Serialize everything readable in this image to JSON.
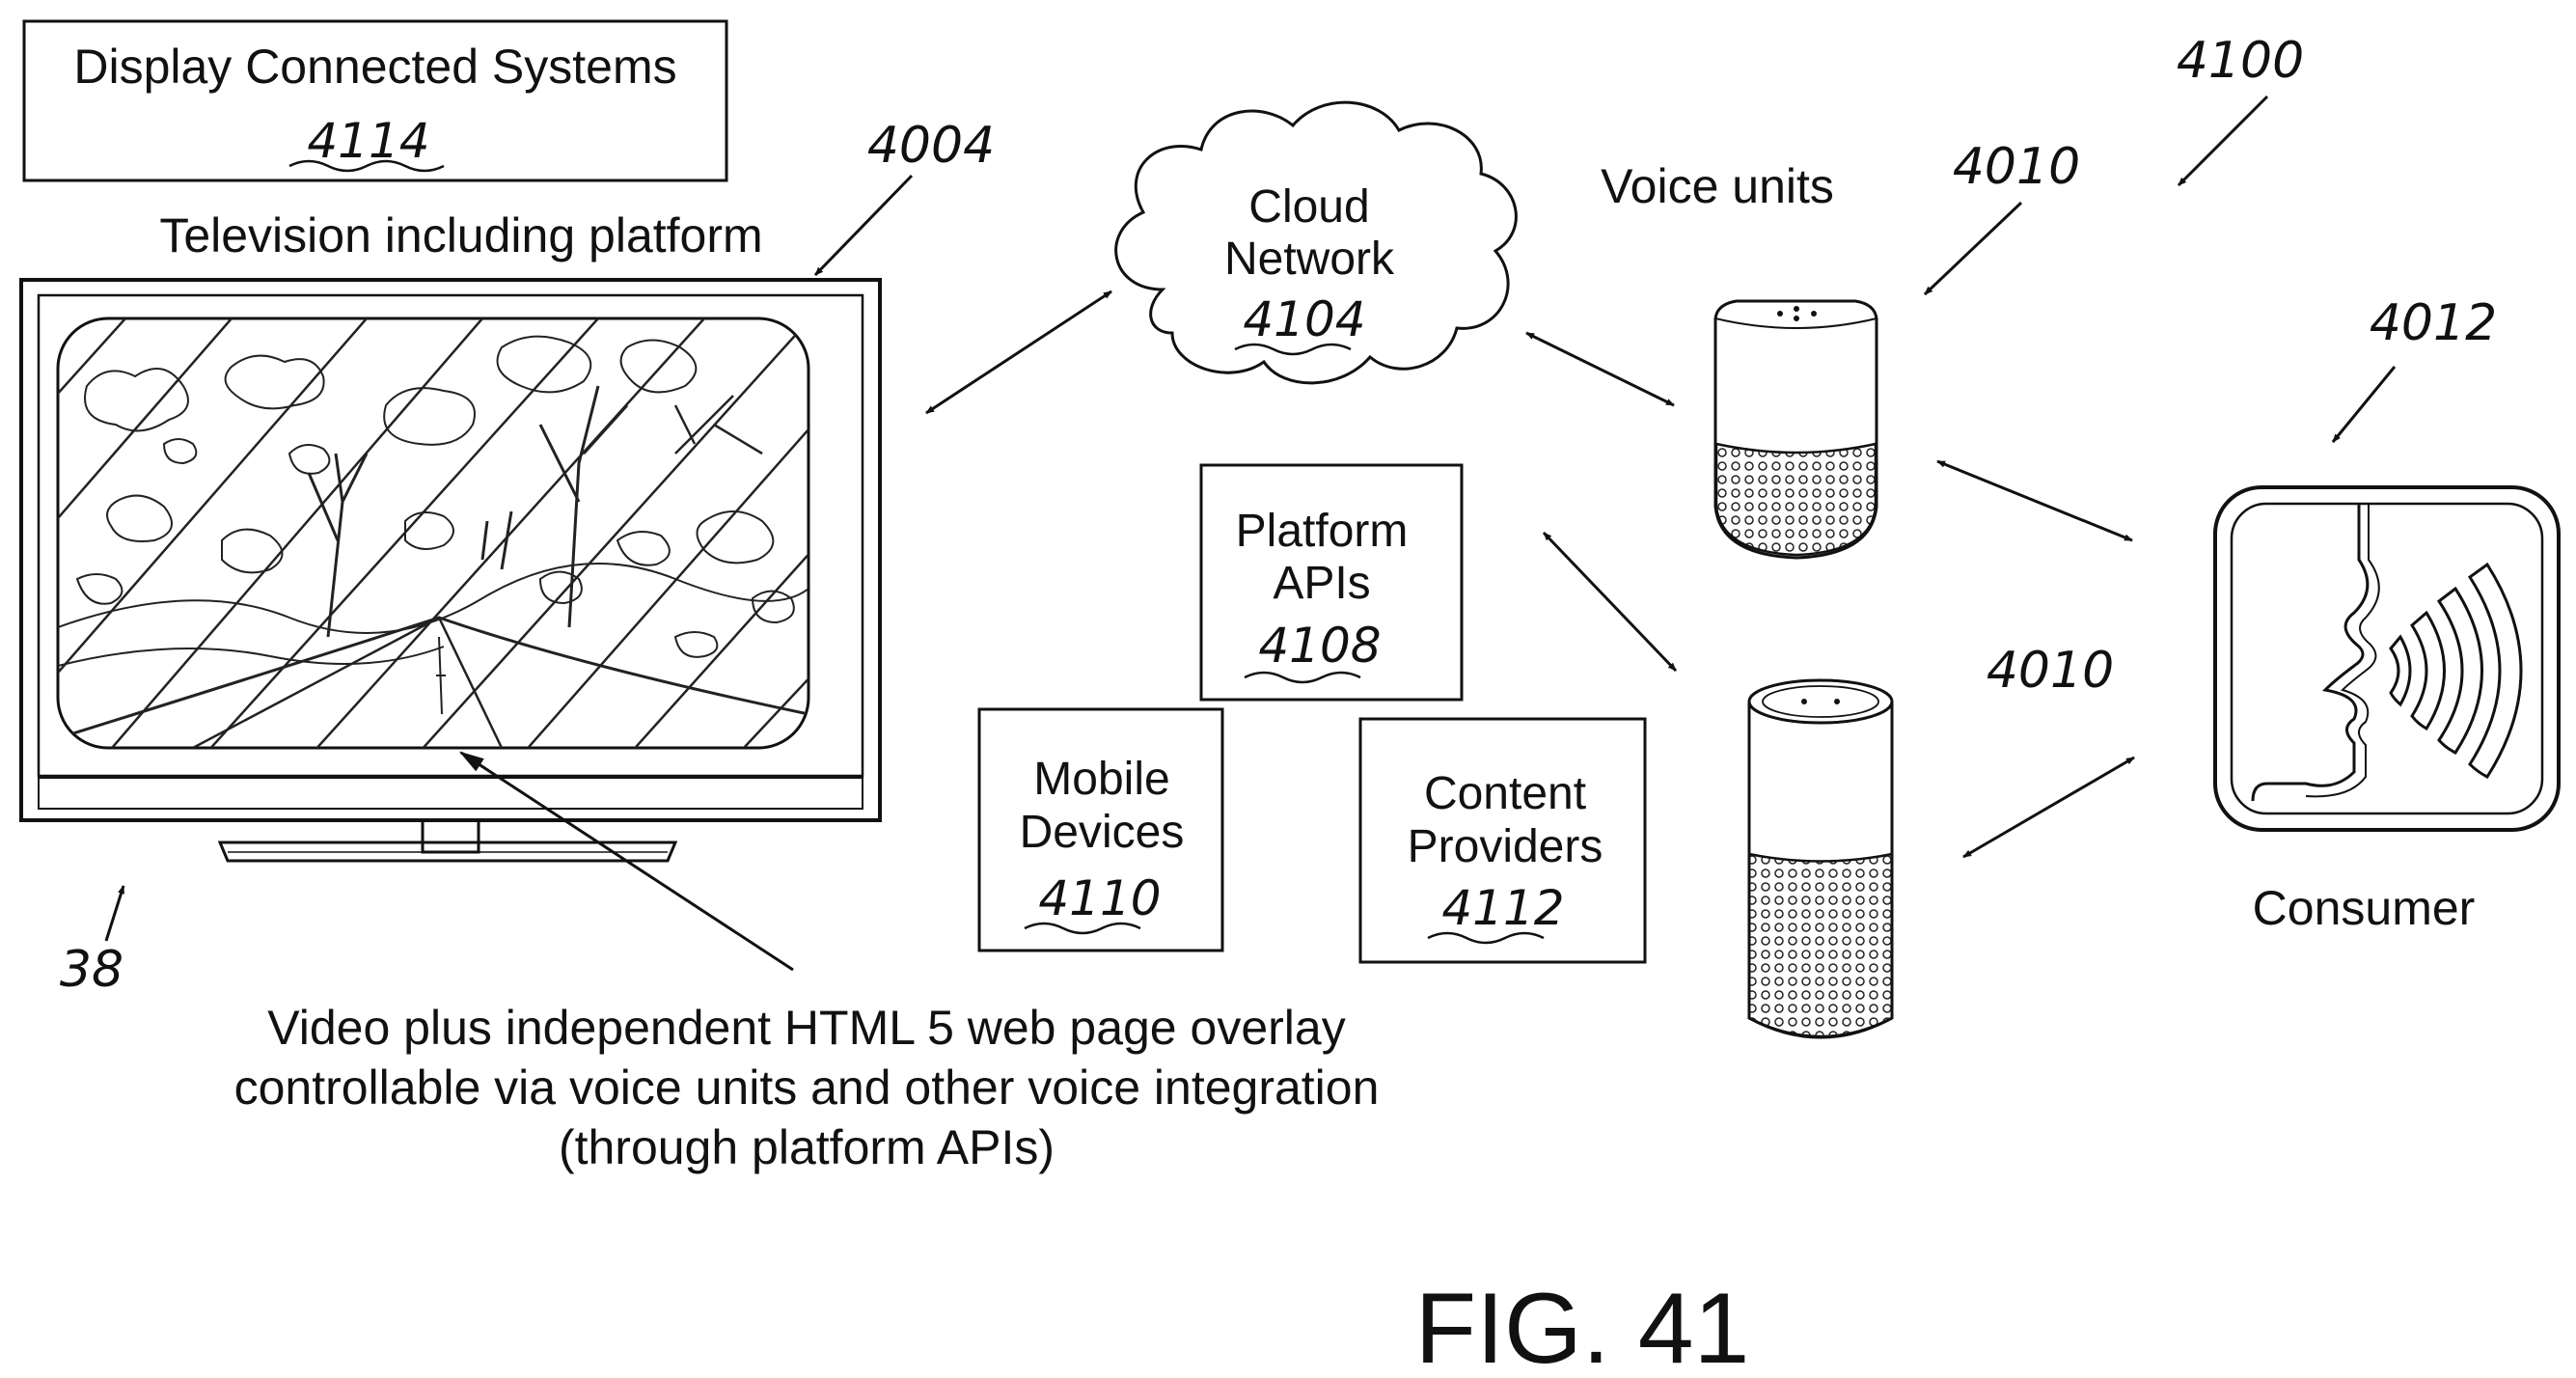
{
  "figure_label": "FIG. 41",
  "system_ref": "4100",
  "display_box": {
    "title": "Display Connected Systems",
    "ref": "4114"
  },
  "television": {
    "title": "Television including platform",
    "ref": "4004",
    "device_ref": "38"
  },
  "cloud": {
    "line1": "Cloud",
    "line2": "Network",
    "ref": "4104"
  },
  "voice_units": {
    "title": "Voice units",
    "ref_top": "4010",
    "ref_bottom": "4010"
  },
  "platform_apis": {
    "line1": "Platform",
    "line2": "APIs",
    "ref": "4108"
  },
  "mobile_devices": {
    "line1": "Mobile",
    "line2": "Devices",
    "ref": "4110"
  },
  "content_providers": {
    "line1": "Content",
    "line2": "Providers",
    "ref": "4112"
  },
  "consumer": {
    "title": "Consumer",
    "ref": "4012"
  },
  "caption": {
    "line1": "Video plus independent HTML 5 web page overlay",
    "line2": "controllable via voice units and other voice integration",
    "line3": "(through platform APIs)"
  }
}
